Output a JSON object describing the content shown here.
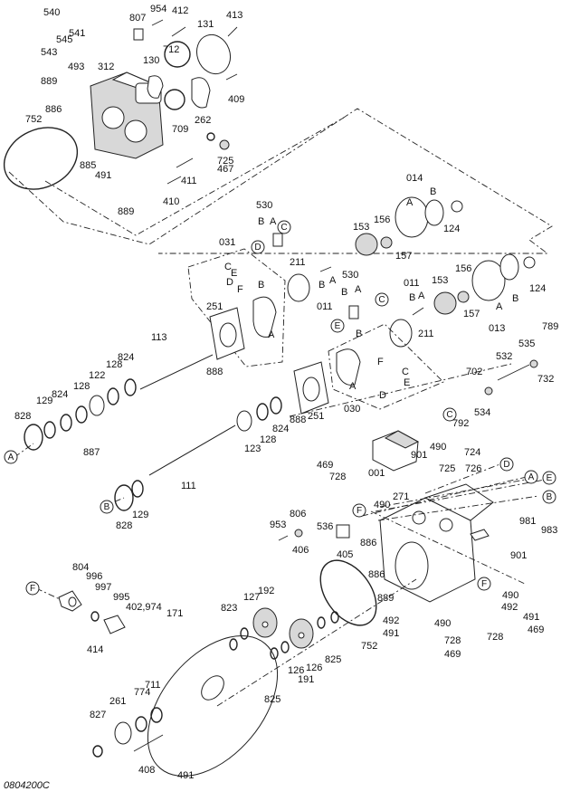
{
  "diagram": {
    "type": "exploded-parts-diagram",
    "drawing_code": "0804200C",
    "circled_callouts": [
      "A",
      "B",
      "C",
      "D",
      "E",
      "F"
    ],
    "labels": [
      {
        "id": "540",
        "text": "540"
      },
      {
        "id": "545",
        "text": "545"
      },
      {
        "id": "541",
        "text": "541"
      },
      {
        "id": "543",
        "text": "543"
      },
      {
        "id": "493",
        "text": "493"
      },
      {
        "id": "889a",
        "text": "889"
      },
      {
        "id": "886a",
        "text": "886"
      },
      {
        "id": "752a",
        "text": "752"
      },
      {
        "id": "312",
        "text": "312"
      },
      {
        "id": "807",
        "text": "807"
      },
      {
        "id": "954",
        "text": "954"
      },
      {
        "id": "412",
        "text": "412"
      },
      {
        "id": "131",
        "text": "131"
      },
      {
        "id": "413",
        "text": "413"
      },
      {
        "id": "130",
        "text": "130"
      },
      {
        "id": "712",
        "text": "712"
      },
      {
        "id": "409",
        "text": "409"
      },
      {
        "id": "709",
        "text": "709"
      },
      {
        "id": "262",
        "text": "262"
      },
      {
        "id": "885",
        "text": "885"
      },
      {
        "id": "491a",
        "text": "491"
      },
      {
        "id": "725a",
        "text": "725"
      },
      {
        "id": "467",
        "text": "467"
      },
      {
        "id": "411",
        "text": "411"
      },
      {
        "id": "410",
        "text": "410"
      },
      {
        "id": "889b",
        "text": "889"
      },
      {
        "id": "530a",
        "text": "530"
      },
      {
        "id": "031",
        "text": "031"
      },
      {
        "id": "211a",
        "text": "211"
      },
      {
        "id": "011a",
        "text": "011"
      },
      {
        "id": "530b",
        "text": "530"
      },
      {
        "id": "014",
        "text": "014"
      },
      {
        "id": "153a",
        "text": "153"
      },
      {
        "id": "156a",
        "text": "156"
      },
      {
        "id": "157a",
        "text": "157"
      },
      {
        "id": "124a",
        "text": "124"
      },
      {
        "id": "011b",
        "text": "011"
      },
      {
        "id": "153b",
        "text": "153"
      },
      {
        "id": "156b",
        "text": "156"
      },
      {
        "id": "157b",
        "text": "157"
      },
      {
        "id": "124b",
        "text": "124"
      },
      {
        "id": "013",
        "text": "013"
      },
      {
        "id": "211b",
        "text": "211"
      },
      {
        "id": "251a",
        "text": "251"
      },
      {
        "id": "888a",
        "text": "888"
      },
      {
        "id": "030",
        "text": "030"
      },
      {
        "id": "789",
        "text": "789"
      },
      {
        "id": "535",
        "text": "535"
      },
      {
        "id": "532",
        "text": "532"
      },
      {
        "id": "732",
        "text": "732"
      },
      {
        "id": "702",
        "text": "702"
      },
      {
        "id": "534",
        "text": "534"
      },
      {
        "id": "792",
        "text": "792"
      },
      {
        "id": "113",
        "text": "113"
      },
      {
        "id": "824a",
        "text": "824"
      },
      {
        "id": "128a",
        "text": "128"
      },
      {
        "id": "122",
        "text": "122"
      },
      {
        "id": "128b",
        "text": "128"
      },
      {
        "id": "824b",
        "text": "824"
      },
      {
        "id": "129a",
        "text": "129"
      },
      {
        "id": "828a",
        "text": "828"
      },
      {
        "id": "887",
        "text": "887"
      },
      {
        "id": "251b",
        "text": "251"
      },
      {
        "id": "888b",
        "text": "888"
      },
      {
        "id": "824c",
        "text": "824"
      },
      {
        "id": "128c",
        "text": "128"
      },
      {
        "id": "123",
        "text": "123"
      },
      {
        "id": "111",
        "text": "111"
      },
      {
        "id": "129b",
        "text": "129"
      },
      {
        "id": "828b",
        "text": "828"
      },
      {
        "id": "001",
        "text": "001"
      },
      {
        "id": "901a",
        "text": "901"
      },
      {
        "id": "490a",
        "text": "490"
      },
      {
        "id": "725b",
        "text": "725"
      },
      {
        "id": "724",
        "text": "724"
      },
      {
        "id": "726",
        "text": "726"
      },
      {
        "id": "469a",
        "text": "469"
      },
      {
        "id": "728a",
        "text": "728"
      },
      {
        "id": "271",
        "text": "271"
      },
      {
        "id": "490b",
        "text": "490"
      },
      {
        "id": "806",
        "text": "806"
      },
      {
        "id": "953",
        "text": "953"
      },
      {
        "id": "536",
        "text": "536"
      },
      {
        "id": "406",
        "text": "406"
      },
      {
        "id": "405",
        "text": "405"
      },
      {
        "id": "886b",
        "text": "886"
      },
      {
        "id": "886c",
        "text": "886"
      },
      {
        "id": "889c",
        "text": "889"
      },
      {
        "id": "981",
        "text": "981"
      },
      {
        "id": "983",
        "text": "983"
      },
      {
        "id": "901b",
        "text": "901"
      },
      {
        "id": "490c",
        "text": "490"
      },
      {
        "id": "492a",
        "text": "492"
      },
      {
        "id": "491b",
        "text": "491"
      },
      {
        "id": "728b",
        "text": "728"
      },
      {
        "id": "469b",
        "text": "469"
      },
      {
        "id": "492b",
        "text": "492"
      },
      {
        "id": "491c",
        "text": "491"
      },
      {
        "id": "490d",
        "text": "490"
      },
      {
        "id": "728c",
        "text": "728"
      },
      {
        "id": "469c",
        "text": "469"
      },
      {
        "id": "752b",
        "text": "752"
      },
      {
        "id": "804",
        "text": "804"
      },
      {
        "id": "996",
        "text": "996"
      },
      {
        "id": "997",
        "text": "997"
      },
      {
        "id": "995",
        "text": "995"
      },
      {
        "id": "402_974",
        "text": "402,974"
      },
      {
        "id": "414",
        "text": "414"
      },
      {
        "id": "171",
        "text": "171"
      },
      {
        "id": "823",
        "text": "823"
      },
      {
        "id": "127",
        "text": "127"
      },
      {
        "id": "192",
        "text": "192"
      },
      {
        "id": "191",
        "text": "191"
      },
      {
        "id": "126a",
        "text": "126"
      },
      {
        "id": "126b",
        "text": "126"
      },
      {
        "id": "825a",
        "text": "825"
      },
      {
        "id": "825b",
        "text": "825"
      },
      {
        "id": "711",
        "text": "711"
      },
      {
        "id": "774",
        "text": "774"
      },
      {
        "id": "261",
        "text": "261"
      },
      {
        "id": "827",
        "text": "827"
      },
      {
        "id": "408",
        "text": "408"
      },
      {
        "id": "491d",
        "text": "491"
      }
    ],
    "sub_letters": [
      "A",
      "B",
      "C",
      "D",
      "E",
      "F"
    ]
  }
}
